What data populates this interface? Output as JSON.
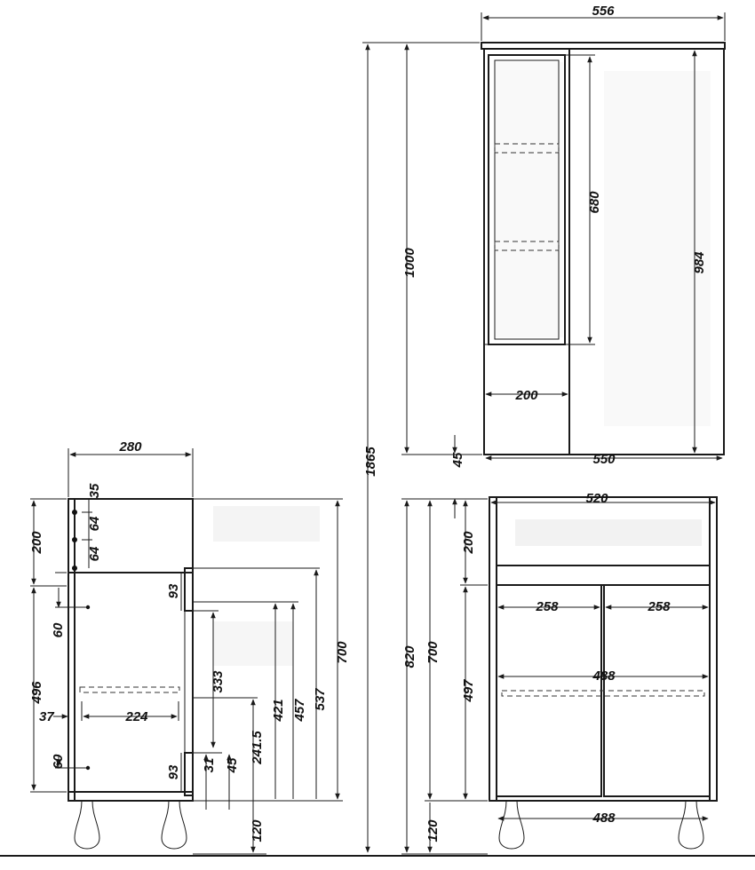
{
  "side": {
    "width": "280",
    "top_offsets": [
      "64",
      "35"
    ],
    "mid_offset": "64",
    "height_top": "200",
    "hinge_gap_top": "60",
    "hinge_gap_bottom": "60",
    "height_lower": "496",
    "shelf_offset": "37",
    "shelf_depth": "224",
    "hinge_top": "93",
    "hinge_bottom": "93",
    "h_31": "31",
    "h_45": "45",
    "h_241_5": "241.5",
    "h_333": "333",
    "h_421": "421",
    "h_457": "457",
    "h_537": "537",
    "h_700": "700",
    "leg_height": "120"
  },
  "front": {
    "mirror_width": "556",
    "mirror_height": "1000",
    "shelf_space": "680",
    "mirror_side": "984",
    "cabinet_width": "200",
    "mirror_base": "550",
    "gap": "45",
    "total_height": "1865",
    "vanity_width": "520",
    "drawer_height": "200",
    "door_left": "258",
    "door_right": "258",
    "shelf_width": "488",
    "bottom_width": "488",
    "height_820": "820",
    "height_700": "700",
    "height_497": "497",
    "leg_height": "120"
  }
}
